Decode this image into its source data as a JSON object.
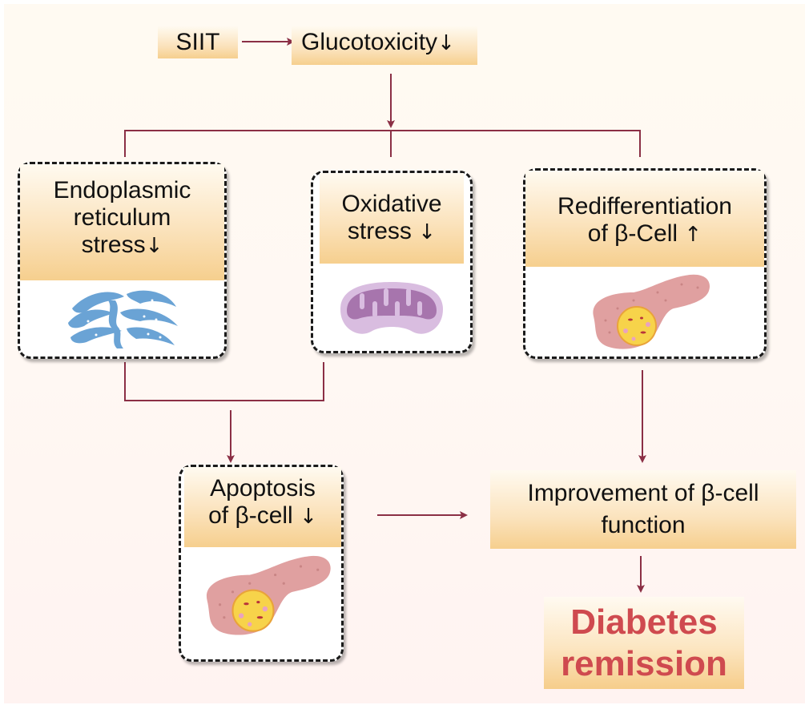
{
  "top": {
    "siit": "SIIT",
    "glucotoxicity": "Glucotoxicity",
    "glucotoxicity_arrow": "↓"
  },
  "boxes": {
    "er_stress": {
      "line1": "Endoplasmic",
      "line2": "reticulum",
      "line3": "stress",
      "arrow": "↓",
      "icon": "endoplasmic-reticulum-icon"
    },
    "oxidative_stress": {
      "line1": "Oxidative",
      "line2": "stress",
      "arrow": "↓",
      "icon": "mitochondrion-icon"
    },
    "redifferentiation": {
      "line1": "Redifferentiation",
      "line2": "of β-Cell",
      "arrow": "↑",
      "icon": "pancreas-icon"
    },
    "apoptosis": {
      "line1": "Apoptosis",
      "line2": "of β-cell",
      "arrow": "↓",
      "icon": "pancreas-icon"
    }
  },
  "improvement": {
    "line1": "Improvement of β-cell",
    "line2": "function"
  },
  "outcome": {
    "line1": "Diabetes",
    "line2": "remission"
  },
  "colors": {
    "connector": "#8b2f45",
    "outcome_text": "#cf4a4f",
    "er": "#6aa3d5",
    "mito": "#c9a3cf",
    "pancreas": "#e0a0a0"
  }
}
